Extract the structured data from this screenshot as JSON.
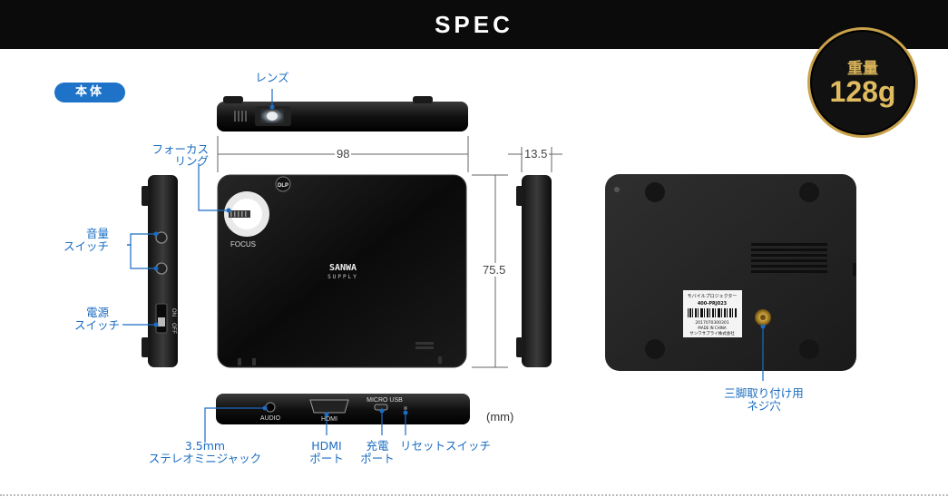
{
  "header": {
    "title": "SPEC"
  },
  "weight": {
    "label": "重量",
    "value": "128g"
  },
  "section_label": "本体",
  "callouts": {
    "lens": "レンズ",
    "focus_ring_line1": "フォーカス",
    "focus_ring_line2": "リング",
    "volume_line1": "音量",
    "volume_line2": "スイッチ",
    "power_line1": "電源",
    "power_line2": "スイッチ",
    "audio_line1": "3.5mm",
    "audio_line2": "ステレオミニジャック",
    "hdmi_line1": "HDMI",
    "hdmi_line2": "ポート",
    "charge_line1": "充電",
    "charge_line2": "ポート",
    "reset": "リセットスイッチ",
    "tripod_line1": "三脚取り付け用",
    "tripod_line2": "ネジ穴"
  },
  "dimensions": {
    "width": "98",
    "depth": "13.5",
    "height": "75.5",
    "unit": "(mm)"
  },
  "device_markings": {
    "focus": "FOCUS",
    "brand_line1": "SANWA",
    "brand_line2": "SUPPLY",
    "dlp": "DLP",
    "audio": "AUDIO",
    "hdmi": "HDMI",
    "micro_usb": "MICRO USB",
    "switch_on": "ON",
    "switch_off": "OFF"
  },
  "product_sticker": {
    "line1": "モバイルプロジェクター",
    "line2": "400-PRJ023",
    "serial": "2017070300301",
    "made_in": "MADE IN CHINA",
    "maker": "サンワサプライ株式会社"
  }
}
